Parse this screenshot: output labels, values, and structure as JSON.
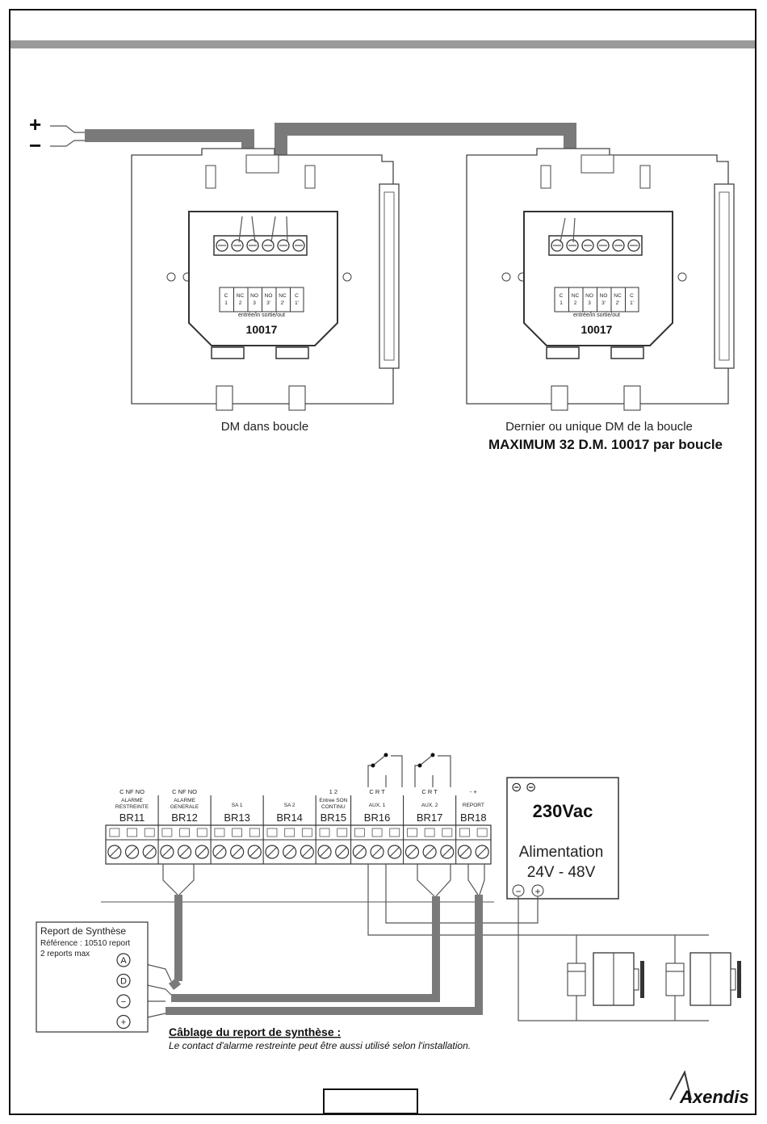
{
  "detectors": [
    {
      "number": "10017",
      "caption": "DM dans boucle",
      "terminals": [
        {
          "top": "C",
          "bottom": "1"
        },
        {
          "top": "NC",
          "bottom": "2"
        },
        {
          "top": "NO",
          "bottom": "3"
        },
        {
          "top": "NO",
          "bottom": "3'"
        },
        {
          "top": "NC",
          "bottom": "2'"
        },
        {
          "top": "C",
          "bottom": "1'"
        }
      ],
      "strip_text": "entrée/in  sortie/out"
    },
    {
      "number": "10017",
      "caption": "Dernier ou unique DM de la boucle",
      "terminals": [
        {
          "top": "C",
          "bottom": "1"
        },
        {
          "top": "NC",
          "bottom": "2"
        },
        {
          "top": "NO",
          "bottom": "3"
        },
        {
          "top": "NO",
          "bottom": "3'"
        },
        {
          "top": "NC",
          "bottom": "2'"
        },
        {
          "top": "C",
          "bottom": "1'"
        }
      ],
      "strip_text": "entrée/in  sortie/out"
    }
  ],
  "polarity": {
    "plus": "+",
    "minus": "−"
  },
  "maximum_note": "MAXIMUM 32 D.M. 10017 par boucle",
  "terminal_blocks": [
    {
      "id": "BR11",
      "contacts": "C   NF   NO",
      "label": [
        "ALARME",
        "RESTREINTE"
      ]
    },
    {
      "id": "BR12",
      "contacts": "C   NF   NO",
      "label": [
        "ALARME",
        "GENERALE"
      ]
    },
    {
      "id": "BR13",
      "contacts": "",
      "label": [
        "SA 1"
      ]
    },
    {
      "id": "BR14",
      "contacts": "",
      "label": [
        "SA 2"
      ]
    },
    {
      "id": "BR15",
      "contacts": "1   2",
      "label": [
        "Entree SON",
        "CONTINU"
      ]
    },
    {
      "id": "BR16",
      "contacts": "C   R   T",
      "label": [
        "AUX. 1"
      ]
    },
    {
      "id": "BR17",
      "contacts": "C   R   T",
      "label": [
        "AUX. 2"
      ]
    },
    {
      "id": "BR18",
      "contacts": "-   +",
      "label": [
        "REPORT"
      ]
    }
  ],
  "power_supply": {
    "ac_symbols": "⊝ ⊝",
    "voltage_in": "230Vac",
    "title": "Alimentation",
    "voltage_out": "24V - 48V",
    "dc_minus": "−",
    "dc_plus": "+"
  },
  "report_box": {
    "title": "Report de Synthèse",
    "reference": "Référence : 10510 report",
    "count": "2 reports max",
    "terminals": [
      "A",
      "D",
      "−",
      "+"
    ]
  },
  "wiring_title": "Câblage du report de synthèse :",
  "wiring_note": "Le contact d'alarme restreinte peut être aussi utilisé selon l'installation.",
  "logo_text": "Axendis",
  "colors": {
    "cable": "#7a7a7a",
    "band": "#9a9a9a",
    "line": "#222222"
  }
}
